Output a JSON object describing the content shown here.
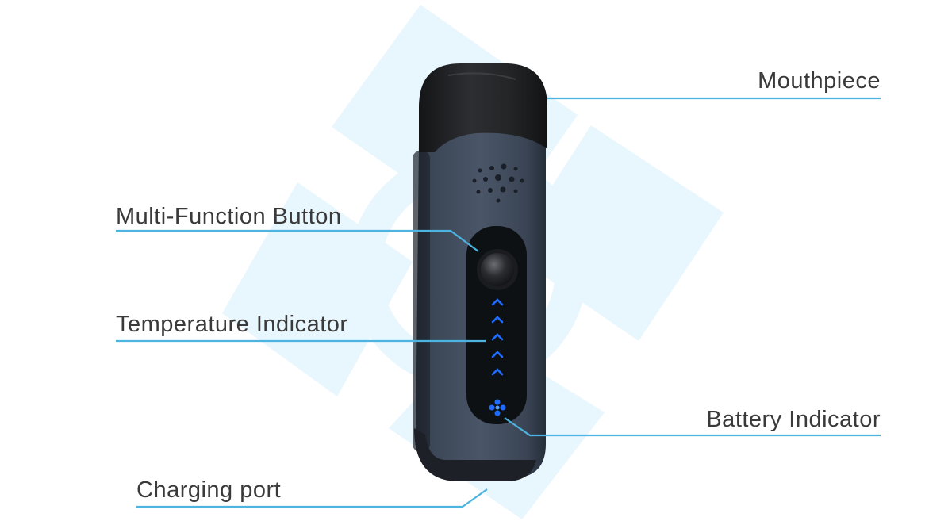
{
  "callouts": {
    "mouthpiece": "Mouthpiece",
    "multi_function_button": "Multi-Function Button",
    "temperature_indicator": "Temperature Indicator",
    "battery_indicator": "Battery Indicator",
    "charging_port": "Charging port"
  },
  "colors": {
    "leader_line": "#4db3e0",
    "background_shape": "#e8f6fd",
    "device_body": "#3d4a5c",
    "mouthpiece": "#222426",
    "led": "#1e6cff"
  },
  "temperature_levels": 5
}
